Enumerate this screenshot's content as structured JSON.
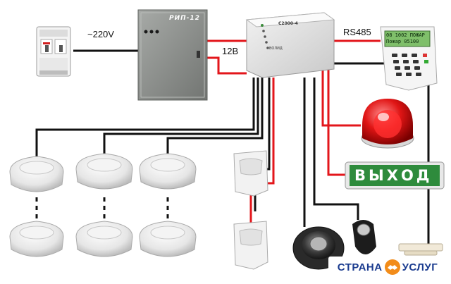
{
  "labels": {
    "voltage_ac": "~220V",
    "voltage_dc": "12В",
    "bus": "RS485",
    "psu_name": "РИП-12",
    "controller_name": "С2000-4",
    "controller_brand": "ВОЛИД",
    "exit_sign": "ВЫХОД",
    "keypad_line1": "08 1002 ПОЖАР",
    "keypad_line2": "Пожар 05100",
    "logo_left": "СТРАНА",
    "logo_right": "УСЛУГ"
  },
  "colors": {
    "red_wire": "#e3161b",
    "black_wire": "#111111",
    "psu_body": "#8c8f8c",
    "exit_sign_bg": "#2e8b3c",
    "logo_blue": "#1a3b8f",
    "logo_orange": "#f28c1a"
  },
  "icons": {
    "breaker": "circuit-breaker-icon",
    "psu": "power-supply-icon",
    "controller": "controller-icon",
    "keypad": "keypad-icon",
    "siren": "siren-icon",
    "exit": "exit-sign-icon",
    "smoke": "smoke-detector-icon",
    "motion": "motion-sensor-icon",
    "reader": "touch-memory-reader-icon",
    "key": "ibutton-key-icon",
    "contact": "magnetic-contact-icon"
  }
}
